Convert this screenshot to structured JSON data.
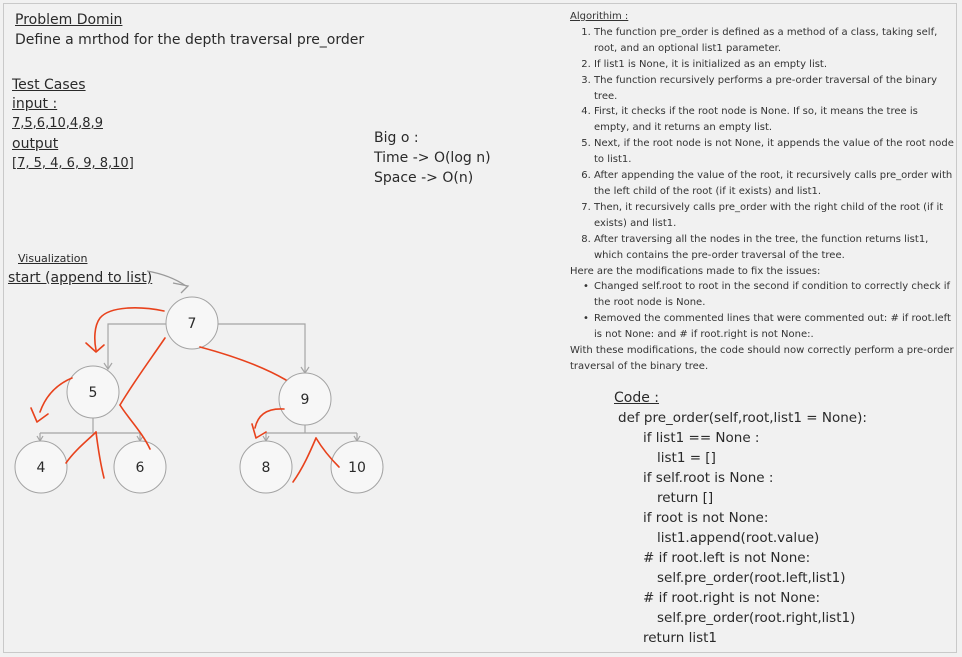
{
  "problem": {
    "title": "Problem Domin",
    "description": "Define a mrthod for the depth traversal pre_order"
  },
  "test_cases": {
    "heading": "Test Cases ",
    "input_label": "input :",
    "input_value": "7,5,6,10,4,8,9",
    "output_label": "output",
    "output_value": "[7, 5, 4, 6, 9, 8,10]"
  },
  "big_o": {
    "heading": "Big o :",
    "time": "Time -> O(log n)",
    "space": "Space -> O(n)"
  },
  "visualization": {
    "label": "Visualization",
    "start": "start (append to list)",
    "nodes": [
      "7",
      "5",
      "9",
      "4",
      "6",
      "8",
      "10"
    ]
  },
  "algorithm": {
    "heading": "Algorithim :",
    "steps": [
      "The function pre_order is defined as a method of a class, taking self, root, and an optional list1 parameter.",
      "If list1 is None, it is initialized as an empty list.",
      "The function recursively performs a pre-order traversal of the binary tree.",
      "First, it checks if the root node is None. If so, it means the tree is empty, and it returns an empty list.",
      "Next, if the root node is not None, it appends the value of the root node to list1.",
      "After appending the value of the root, it recursively calls pre_order with the left child of the root (if it exists) and list1.",
      "Then, it recursively calls pre_order with the right child of the root (if it exists) and list1.",
      "After traversing all the nodes in the tree, the function returns list1, which contains the pre-order traversal of the tree."
    ],
    "modifications_intro": "Here are the modifications made to fix the issues:",
    "modifications": [
      "Changed self.root to root in the second if condition to correctly check if the root node is None.",
      "Removed the commented lines that were commented out: # if root.left is not None: and # if root.right is not None:."
    ],
    "conclusion": "With these modifications, the code should now correctly perform a pre-order traversal of the binary tree."
  },
  "code": {
    "heading": "Code :",
    "lines": [
      "def pre_order(self,root,list1 = None):",
      "if list1 == None :",
      "list1 = []",
      "if self.root is None :",
      "return []",
      "if root is not None:",
      "list1.append(root.value)",
      "# if root.left is not None:",
      "self.pre_order(root.left,list1)",
      "# if root.right is not None:",
      "self.pre_order(root.right,list1)",
      "return list1"
    ]
  },
  "colors": {
    "background": "#f1f1f1",
    "text": "#2a2a2a",
    "traversal_line": "#e8421c",
    "tree_edge": "#9a9a9a"
  }
}
